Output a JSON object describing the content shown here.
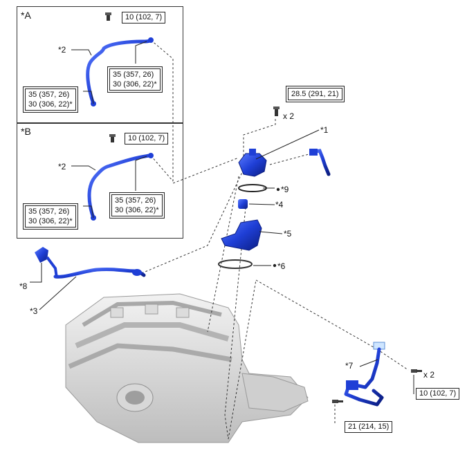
{
  "panels": {
    "a_label": "*A",
    "b_label": "*B"
  },
  "parts": {
    "p1": "*1",
    "p2a": "*2",
    "p2b": "*2",
    "p3": "*3",
    "p4": "*4",
    "p5": "*5",
    "p6": "*6",
    "p7": "*7",
    "p8": "*8",
    "p9": "*9"
  },
  "torques": {
    "a_bolt": "10 (102, 7)",
    "a_right_line1": "35 (357, 26)",
    "a_right_line2": "30 (306, 22)*",
    "a_left_line1": "35 (357, 26)",
    "a_left_line2": "30 (306, 22)*",
    "b_bolt": "10 (102, 7)",
    "b_right_line1": "35 (357, 26)",
    "b_right_line2": "30 (306, 22)*",
    "b_left_line1": "35 (357, 26)",
    "b_left_line2": "30 (306, 22)*",
    "pump_bolt": "28.5 (291, 21)",
    "bracket_bolt": "10 (102, 7)",
    "lower_bolt": "21 (214, 15)"
  },
  "quantities": {
    "pump_bolt": "x 2",
    "bracket_bolt": "x 2"
  },
  "colors": {
    "part_blue": "#1f3fd6",
    "part_dark": "#0f238f",
    "engine_gray": "#c9c9c9",
    "line": "#333333"
  }
}
